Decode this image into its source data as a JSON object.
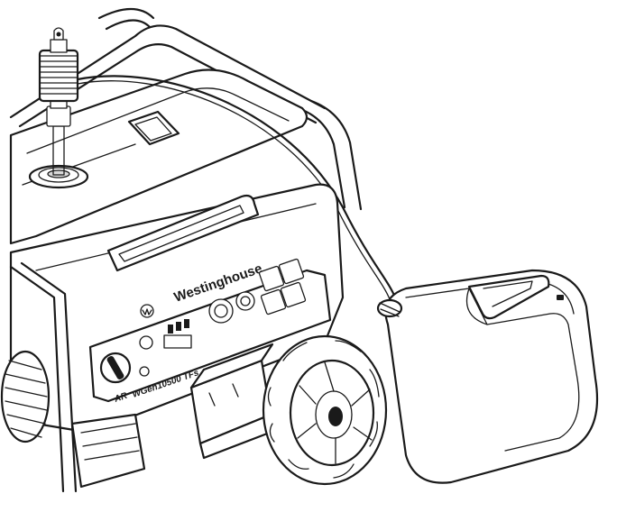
{
  "panel": {
    "brand": "Westinghouse",
    "model_prefix": "AR",
    "model": "WGen10500 TFs"
  }
}
